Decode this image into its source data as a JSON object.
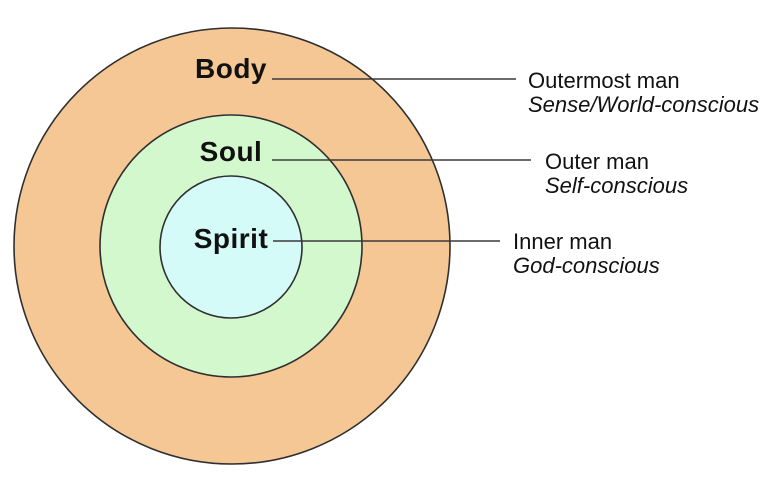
{
  "diagram": {
    "rings": {
      "body": {
        "label": "Body",
        "fill": "#f4c794"
      },
      "soul": {
        "label": "Soul",
        "fill": "#d3f8cd"
      },
      "spirit": {
        "label": "Spirit",
        "fill": "#d5fbf9"
      }
    },
    "annotations": [
      {
        "title": "Outermost man",
        "subtitle": "Sense/World-conscious"
      },
      {
        "title": "Outer man",
        "subtitle": "Self-conscious"
      },
      {
        "title": "Inner man",
        "subtitle": "God-conscious"
      }
    ],
    "colors": {
      "ring_outline": "#2f2f2f",
      "leader_line": "#3a3a3a",
      "text": "#111111",
      "background": "#ffffff"
    }
  }
}
